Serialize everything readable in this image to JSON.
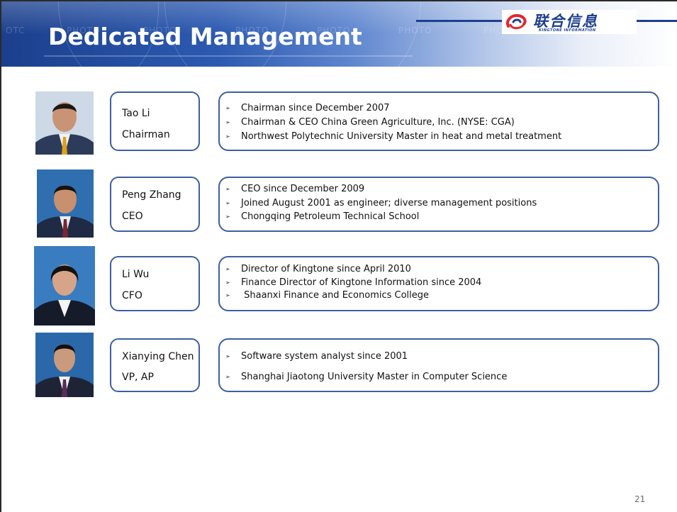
{
  "slide": {
    "title": "Dedicated Management",
    "page_number": "21",
    "watermark": [
      "OTC",
      "PHOTO",
      "PHOTO",
      "PHOTO",
      "PHOTO",
      "PHOTO",
      "PHOTO"
    ]
  },
  "logo": {
    "cn_text": "联合信息",
    "en_text": "KINGTONE INFORMATION",
    "icon": "swirl-logo-icon"
  },
  "colors": {
    "header_dark": "#1b3f8c",
    "box_border": "#3f5f9f",
    "logo_red": "#e3262b",
    "logo_blue": "#1d3f8f"
  },
  "people": [
    {
      "name": "Tao Li",
      "title": "Chairman",
      "bullets": [
        "Chairman since December 2007",
        "Chairman & CEO China Green Agriculture, Inc. (NYSE: CGA)",
        "Northwest Polytechnic University Master in heat and metal treatment"
      ]
    },
    {
      "name": "Peng Zhang",
      "title": "CEO",
      "bullets": [
        "CEO since December 2009",
        "Joined August 2001 as engineer; diverse management positions",
        "Chongqing Petroleum Technical School"
      ]
    },
    {
      "name": "Li Wu",
      "title": "CFO",
      "bullets": [
        "Director of Kingtone since April 2010",
        "Finance Director of Kingtone Information since 2004",
        " Shaanxi Finance and Economics College"
      ]
    },
    {
      "name": "Xianying Chen",
      "title": "VP, AP",
      "bullets": [
        "Software system analyst since 2001",
        "Shanghai Jiaotong University Master in Computer Science"
      ]
    }
  ],
  "bullet_marker": "➢"
}
